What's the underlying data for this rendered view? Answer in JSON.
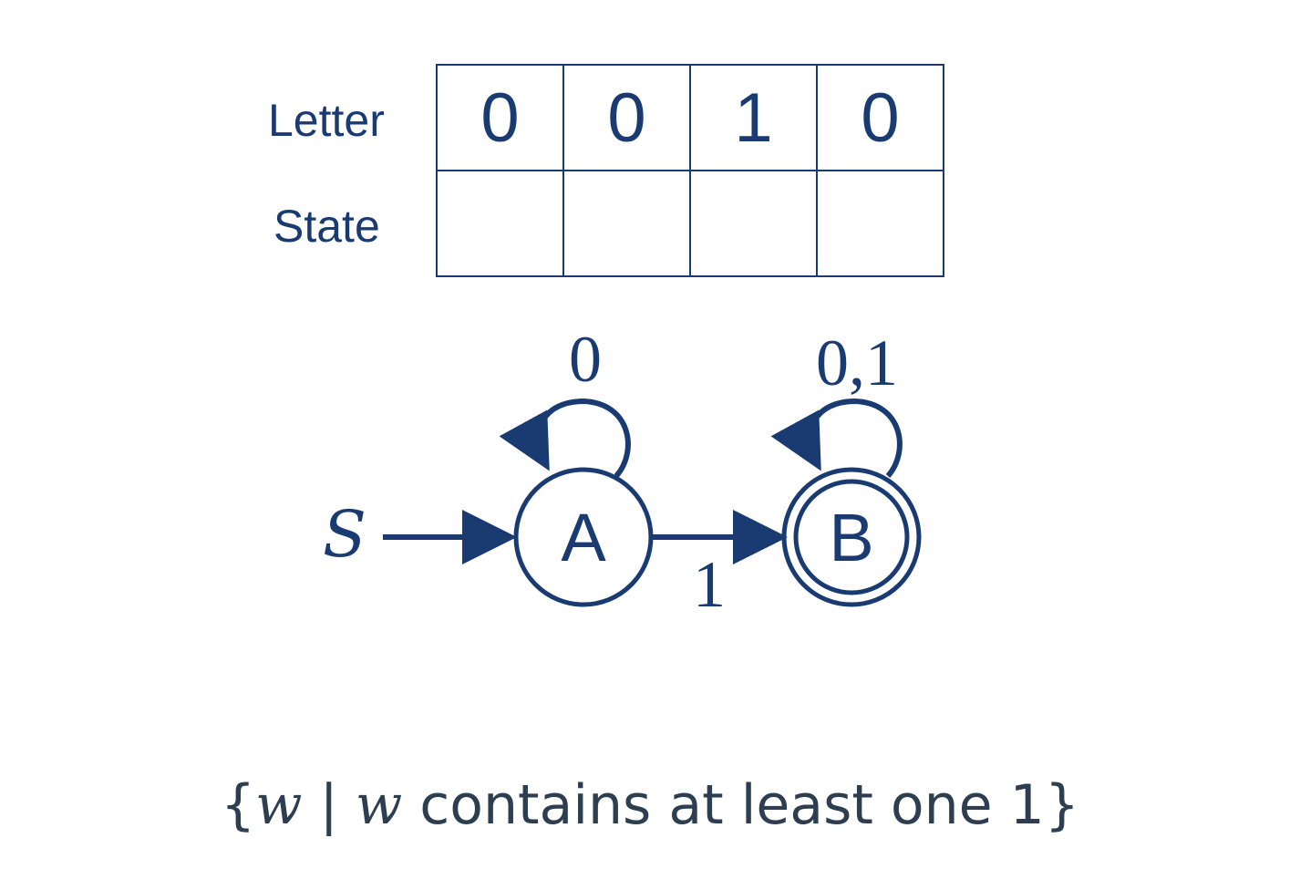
{
  "table": {
    "row_labels": {
      "letter": "Letter",
      "state": "State"
    },
    "letters": [
      "0",
      "0",
      "1",
      "0"
    ],
    "states": [
      "",
      "",
      "",
      ""
    ]
  },
  "automaton": {
    "start_label": "S",
    "states": [
      {
        "name": "A",
        "accepting": false
      },
      {
        "name": "B",
        "accepting": true
      }
    ],
    "transitions": [
      {
        "from": "A",
        "to": "A",
        "label": "0"
      },
      {
        "from": "A",
        "to": "B",
        "label": "1"
      },
      {
        "from": "B",
        "to": "B",
        "label": "0,1"
      }
    ]
  },
  "caption": {
    "open_brace": "{",
    "var1": "w",
    "bar": " | ",
    "var2": "w",
    "text": " contains at least one 1",
    "close_brace": "}"
  },
  "colors": {
    "diagram": "#1a3a72",
    "caption": "#2c3e50"
  }
}
